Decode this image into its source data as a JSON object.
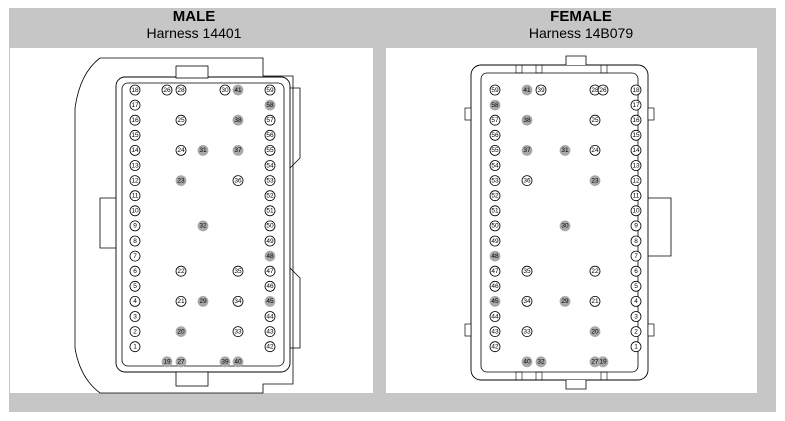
{
  "male": {
    "title": "MALE",
    "harness": "Harness  14401",
    "pins": [
      {
        "n": "26",
        "c": 6,
        "r": 0,
        "f": false
      },
      {
        "n": "28",
        "c": 7,
        "r": 0,
        "f": false
      },
      {
        "n": "30",
        "c": 9,
        "r": 0,
        "f": false
      },
      {
        "n": "41",
        "c": 10,
        "r": 0,
        "f": true
      },
      {
        "n": "25",
        "c": 7,
        "r": 2,
        "f": false
      },
      {
        "n": "38",
        "c": 10,
        "r": 2,
        "f": true
      },
      {
        "n": "24",
        "c": 7,
        "r": 4,
        "f": false
      },
      {
        "n": "31",
        "c": 8,
        "r": 4,
        "f": true
      },
      {
        "n": "37",
        "c": 10,
        "r": 4,
        "f": true
      },
      {
        "n": "23",
        "c": 7,
        "r": 6,
        "f": true
      },
      {
        "n": "36",
        "c": 10,
        "r": 6,
        "f": false
      },
      {
        "n": "32",
        "c": 8,
        "r": 9,
        "f": true
      },
      {
        "n": "22",
        "c": 7,
        "r": 12,
        "f": false
      },
      {
        "n": "35",
        "c": 10,
        "r": 12,
        "f": false
      },
      {
        "n": "21",
        "c": 7,
        "r": 14,
        "f": false
      },
      {
        "n": "29",
        "c": 8,
        "r": 14,
        "f": true
      },
      {
        "n": "34",
        "c": 10,
        "r": 14,
        "f": false
      },
      {
        "n": "20",
        "c": 7,
        "r": 16,
        "f": true
      },
      {
        "n": "33",
        "c": 10,
        "r": 16,
        "f": false
      },
      {
        "n": "19",
        "c": 6,
        "r": 18,
        "f": true
      },
      {
        "n": "27",
        "c": 7,
        "r": 18,
        "f": true
      },
      {
        "n": "39",
        "c": 9,
        "r": 18,
        "f": true
      },
      {
        "n": "40",
        "c": 10,
        "r": 18,
        "f": true
      }
    ],
    "left_column": [
      "18",
      "17",
      "16",
      "15",
      "14",
      "13",
      "12",
      "11",
      "10",
      "9",
      "8",
      "7",
      "6",
      "5",
      "4",
      "3",
      "2",
      "1"
    ],
    "right_column": [
      "59",
      "58",
      "57",
      "56",
      "55",
      "54",
      "53",
      "52",
      "51",
      "50",
      "49",
      "48",
      "47",
      "46",
      "45",
      "44",
      "43",
      "42"
    ],
    "left_filled": [],
    "right_filled": [
      "58",
      "48",
      "45"
    ]
  },
  "female": {
    "title": "FEMALE",
    "harness": "Harness  14B079",
    "pins": [
      {
        "n": "41",
        "c": 1,
        "r": 0,
        "f": true
      },
      {
        "n": "39",
        "c": 2,
        "r": 0,
        "f": false
      },
      {
        "n": "28",
        "c": 4,
        "r": 0,
        "f": false
      },
      {
        "n": "26",
        "c": 5,
        "r": 0,
        "f": false
      },
      {
        "n": "38",
        "c": 1,
        "r": 2,
        "f": true
      },
      {
        "n": "25",
        "c": 4,
        "r": 2,
        "f": false
      },
      {
        "n": "37",
        "c": 1,
        "r": 4,
        "f": true
      },
      {
        "n": "31",
        "c": 3,
        "r": 4,
        "f": true
      },
      {
        "n": "24",
        "c": 4,
        "r": 4,
        "f": false
      },
      {
        "n": "36",
        "c": 1,
        "r": 6,
        "f": false
      },
      {
        "n": "23",
        "c": 4,
        "r": 6,
        "f": true
      },
      {
        "n": "30",
        "c": 3,
        "r": 9,
        "f": true
      },
      {
        "n": "35",
        "c": 1,
        "r": 12,
        "f": false
      },
      {
        "n": "22",
        "c": 4,
        "r": 12,
        "f": false
      },
      {
        "n": "34",
        "c": 1,
        "r": 14,
        "f": false
      },
      {
        "n": "29",
        "c": 3,
        "r": 14,
        "f": true
      },
      {
        "n": "21",
        "c": 4,
        "r": 14,
        "f": false
      },
      {
        "n": "33",
        "c": 1,
        "r": 16,
        "f": false
      },
      {
        "n": "20",
        "c": 4,
        "r": 16,
        "f": true
      },
      {
        "n": "40",
        "c": 1,
        "r": 18,
        "f": true
      },
      {
        "n": "32",
        "c": 2,
        "r": 18,
        "f": true
      },
      {
        "n": "27",
        "c": 4,
        "r": 18,
        "f": true
      },
      {
        "n": "19",
        "c": 5,
        "r": 18,
        "f": true
      }
    ],
    "left_column": [
      "59",
      "58",
      "57",
      "56",
      "55",
      "54",
      "53",
      "52",
      "51",
      "50",
      "49",
      "48",
      "47",
      "46",
      "45",
      "44",
      "43",
      "42"
    ],
    "right_column": [
      "18",
      "17",
      "16",
      "15",
      "14",
      "13",
      "12",
      "11",
      "10",
      "9",
      "8",
      "7",
      "6",
      "5",
      "4",
      "3",
      "2",
      "1"
    ],
    "left_filled": [
      "58",
      "48",
      "45"
    ],
    "right_filled": []
  }
}
